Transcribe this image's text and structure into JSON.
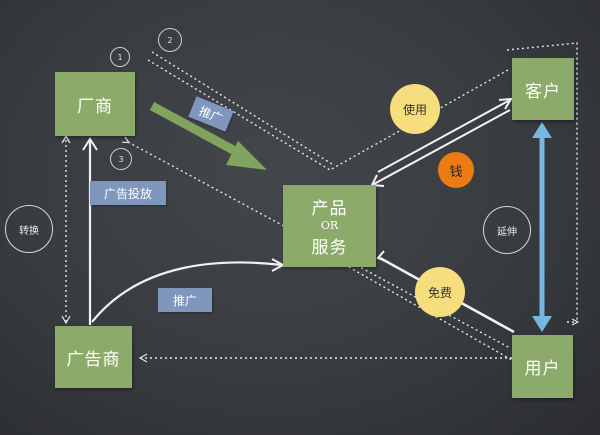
{
  "nodes": {
    "merchant": "厂商",
    "customer": "客户",
    "product_top": "产品",
    "product_or": "OR",
    "product_bottom": "服务",
    "advertiser": "广告商",
    "user": "用户"
  },
  "tags": {
    "promote_top": "推广",
    "ad_placement": "广告投放",
    "promote_bottom": "推广"
  },
  "bubbles": {
    "use": "使用",
    "money": "钱",
    "free": "免费"
  },
  "rings": {
    "convert": "转换",
    "extend": "延伸"
  },
  "numbers": [
    "1",
    "2",
    "3"
  ],
  "colors": {
    "node_green": "#8cab6a",
    "tag_blue": "#7f96bd",
    "bubble_yellow": "#f6dd7e",
    "money_orange": "#ee7a14",
    "arrow_blue": "#76b7df",
    "board": "#3a3d41"
  }
}
